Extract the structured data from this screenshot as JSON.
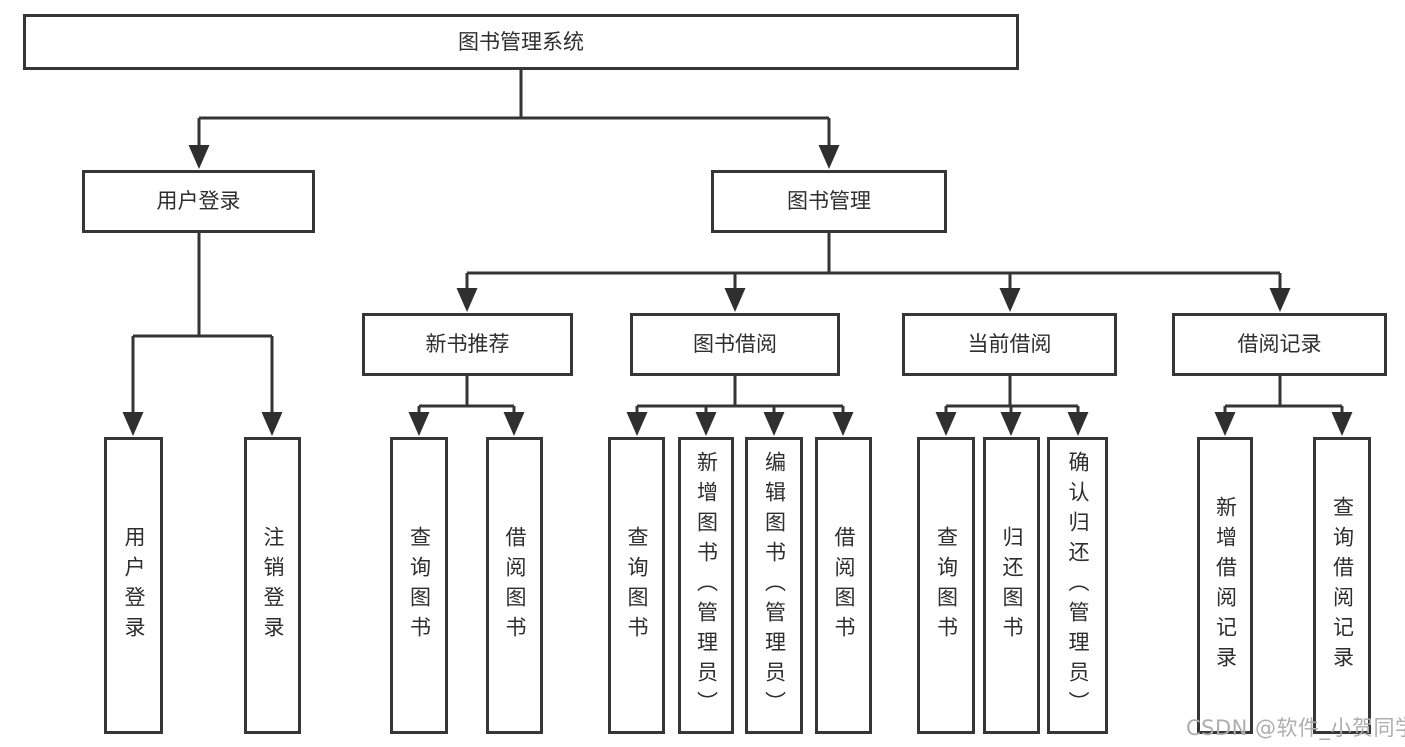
{
  "diagram_title": "图书管理系统",
  "nodes": {
    "root": {
      "label": "图书管理系统"
    },
    "user_login": {
      "label": "用户登录"
    },
    "book_mgmt": {
      "label": "图书管理"
    },
    "login_action": {
      "label": "用户登录"
    },
    "logout_action": {
      "label": "注销登录"
    },
    "new_book_rec": {
      "label": "新书推荐"
    },
    "book_borrow": {
      "label": "图书借阅"
    },
    "current_borrow": {
      "label": "当前借阅"
    },
    "borrow_record": {
      "label": "借阅记录"
    },
    "rec_query": {
      "label": "查询图书"
    },
    "rec_borrow": {
      "label": "借阅图书"
    },
    "bb_query": {
      "label": "查询图书"
    },
    "bb_add": {
      "label": "新增图书（管理员）"
    },
    "bb_edit": {
      "label": "编辑图书（管理员）"
    },
    "bb_borrow": {
      "label": "借阅图书"
    },
    "cb_query": {
      "label": "查询图书"
    },
    "cb_return": {
      "label": "归还图书"
    },
    "cb_confirm": {
      "label": "确认归还（管理员）"
    },
    "br_add": {
      "label": "新增借阅记录"
    },
    "br_query": {
      "label": "查询借阅记录"
    }
  },
  "hierarchy": {
    "root_children": [
      "用户登录",
      "图书管理"
    ],
    "user_login_children": [
      "用户登录",
      "注销登录"
    ],
    "book_mgmt_children": [
      "新书推荐",
      "图书借阅",
      "当前借阅",
      "借阅记录"
    ],
    "new_book_rec_children": [
      "查询图书",
      "借阅图书"
    ],
    "book_borrow_children": [
      "查询图书",
      "新增图书（管理员）",
      "编辑图书（管理员）",
      "借阅图书"
    ],
    "current_borrow_children": [
      "查询图书",
      "归还图书",
      "确认归还（管理员）"
    ],
    "borrow_record_children": [
      "新增借阅记录",
      "查询借阅记录"
    ]
  },
  "watermark": {
    "text": "CSDN @软件_小贺同学"
  },
  "colors": {
    "line": "#343434",
    "box_border": "#363636",
    "text": "#2e2e2e",
    "watermark": "#aeaeae",
    "background": "#ffffff"
  }
}
